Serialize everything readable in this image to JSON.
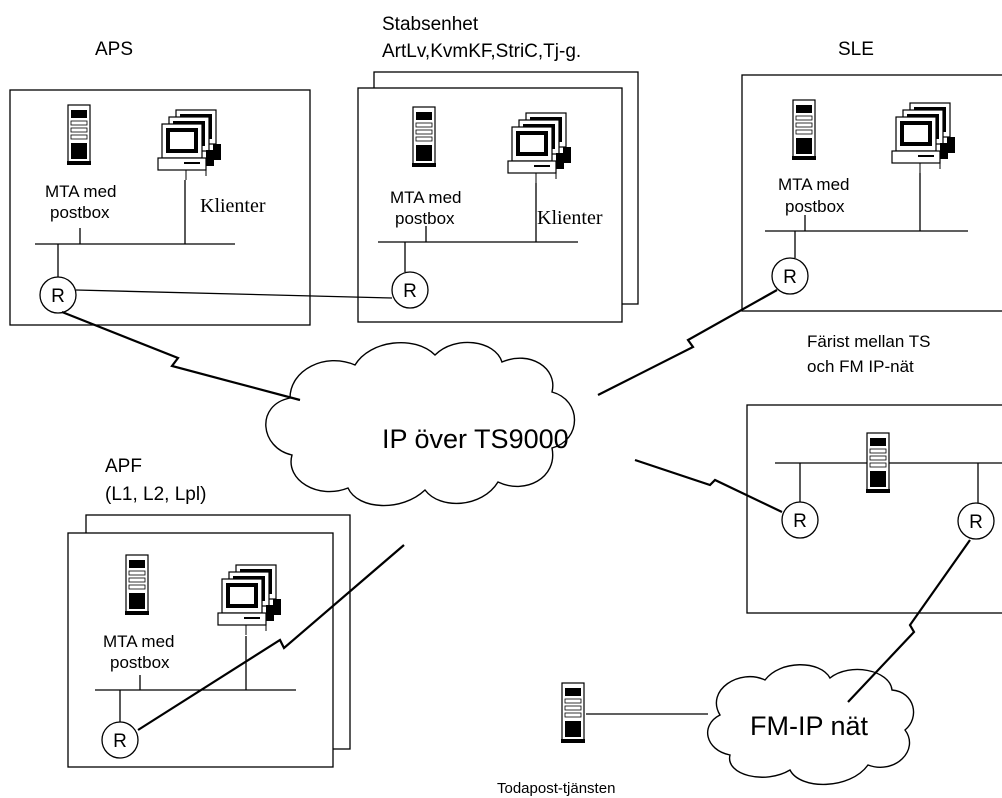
{
  "sites": {
    "aps": {
      "title": "APS",
      "mta_line1": "MTA med",
      "mta_line2": "postbox",
      "clients": "Klienter",
      "router": "R"
    },
    "stab": {
      "title_line1": "Stabsenhet",
      "title_line2": "ArtLv,KvmKF,StriC,Tj-g.",
      "mta_line1": "MTA med",
      "mta_line2": "postbox",
      "clients": "Klienter",
      "router": "R"
    },
    "sle": {
      "title": "SLE",
      "mta_line1": "MTA med",
      "mta_line2": "postbox",
      "router": "R"
    },
    "apf": {
      "title_line1": "APF",
      "title_line2": "(L1, L2, Lpl)",
      "mta_line1": "MTA med",
      "mta_line2": "postbox",
      "router": "R"
    },
    "gateway": {
      "title_line1": "Färist mellan TS",
      "title_line2": "och FM IP-nät",
      "router_left": "R",
      "router_right": "R"
    }
  },
  "networks": {
    "ts9000": "IP över TS9000",
    "fmip": "FM-IP nät"
  },
  "service": {
    "label": "Todapost-tjänsten"
  }
}
